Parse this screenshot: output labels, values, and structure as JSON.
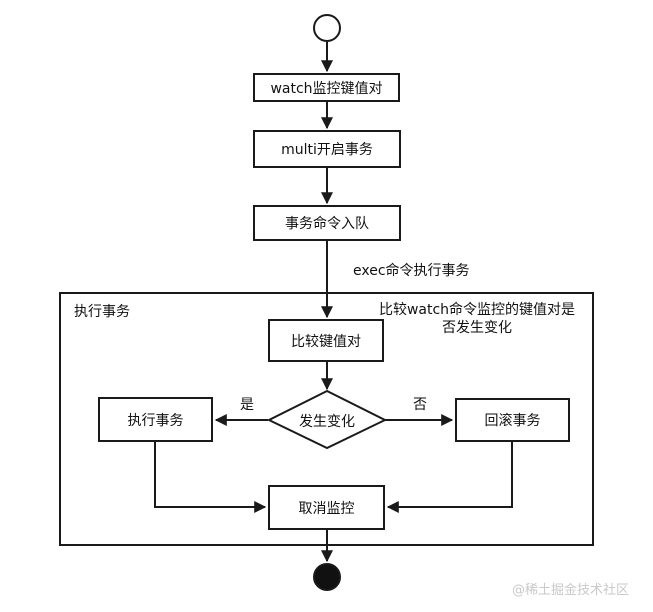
{
  "diagram": {
    "nodes": {
      "watch": "watch监控键值对",
      "multi": "multi开启事务",
      "enqueue": "事务命令入队",
      "compare": "比较键值对",
      "decision": "发生变化",
      "execute": "执行事务",
      "rollback": "回滚事务",
      "unwatch": "取消监控"
    },
    "labels": {
      "container": "执行事务",
      "exec_edge": "exec命令执行事务",
      "yes": "是",
      "no": "否",
      "annotation_line1": "比较watch命令监控的键值对是",
      "annotation_line2": "否发生变化"
    },
    "watermark": "@稀土掘金技术社区",
    "colors": {
      "line": "#1a1a1a",
      "background": "#ffffff",
      "text": "#111111",
      "watermark": "#c9c9c9"
    }
  }
}
